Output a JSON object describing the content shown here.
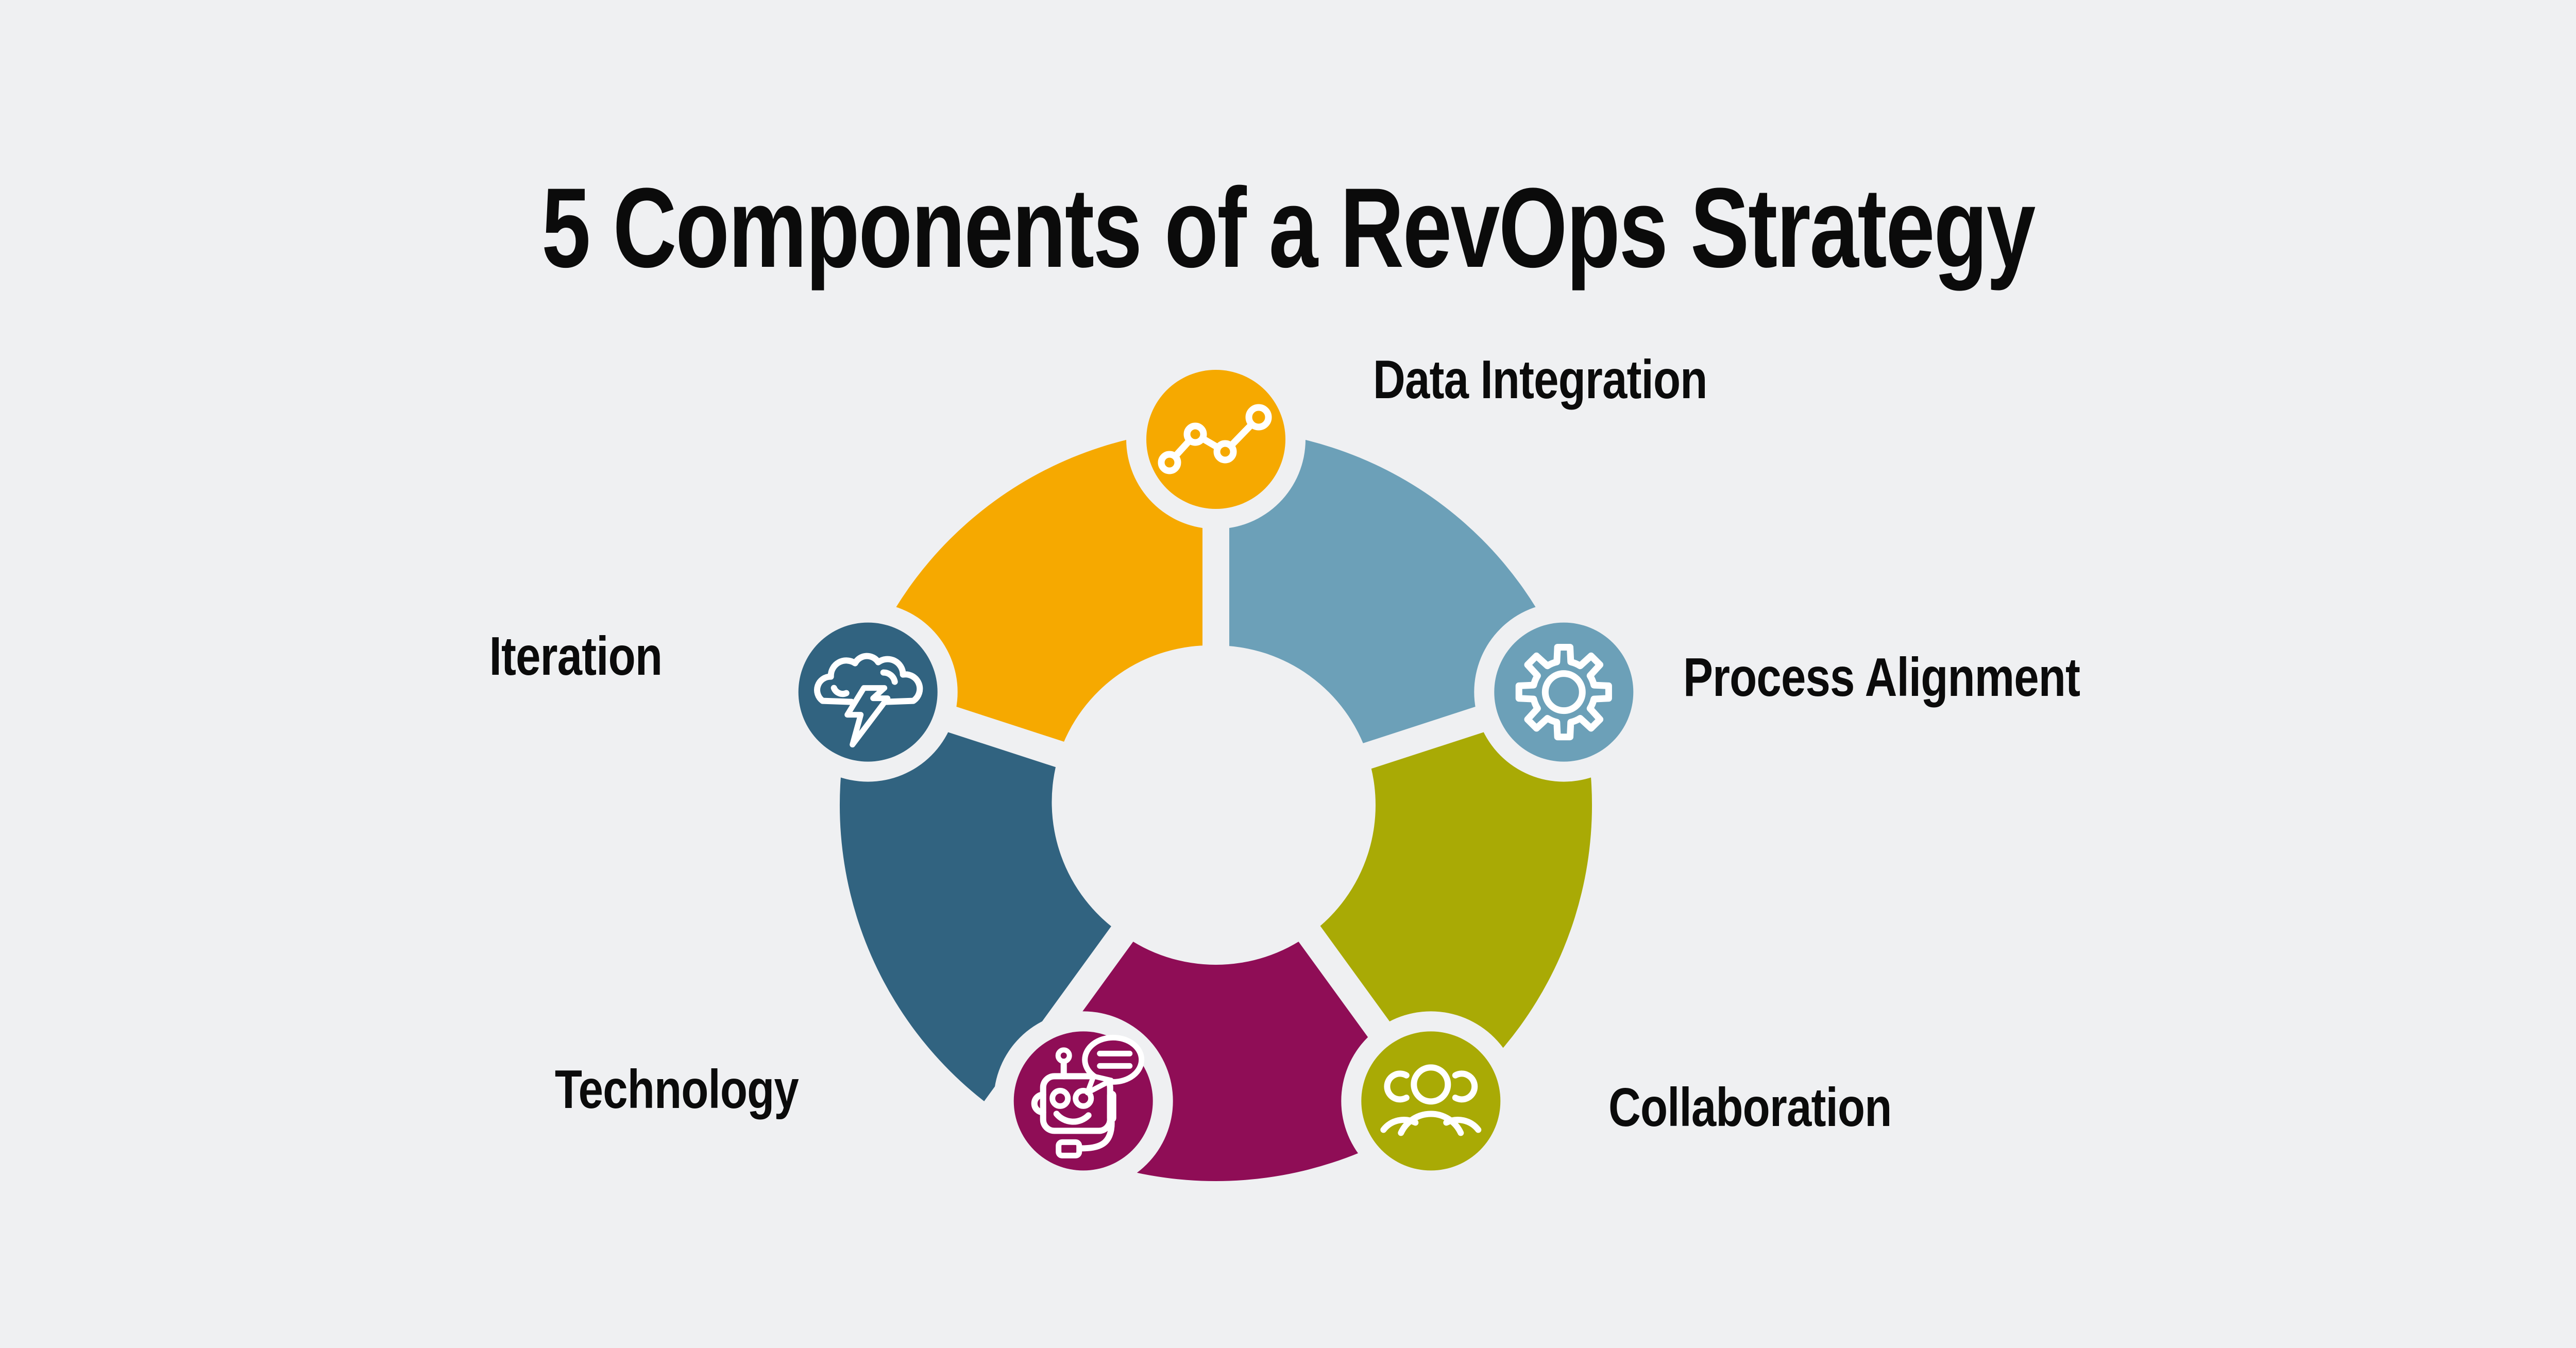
{
  "title": "5 Components of a RevOps Strategy",
  "colors": {
    "background": "#EFF0F2",
    "text": "#0B0B0B",
    "icon_stroke": "#FFFFFF"
  },
  "wheel": {
    "type": "cycle-diagram",
    "items": [
      {
        "label": "Data Integration",
        "color": "#F6A900",
        "icon": "line-chart-icon",
        "position": "top"
      },
      {
        "label": "Process Alignment",
        "color": "#6CA0B8",
        "icon": "gear-icon",
        "position": "right"
      },
      {
        "label": "Collaboration",
        "color": "#A9AA05",
        "icon": "people-icon",
        "position": "bottom-right"
      },
      {
        "label": "Technology",
        "color": "#8F0D56",
        "icon": "chatbot-icon",
        "position": "bottom-left"
      },
      {
        "label": "Iteration",
        "color": "#316380",
        "icon": "brainstorm-icon",
        "position": "left"
      }
    ]
  }
}
